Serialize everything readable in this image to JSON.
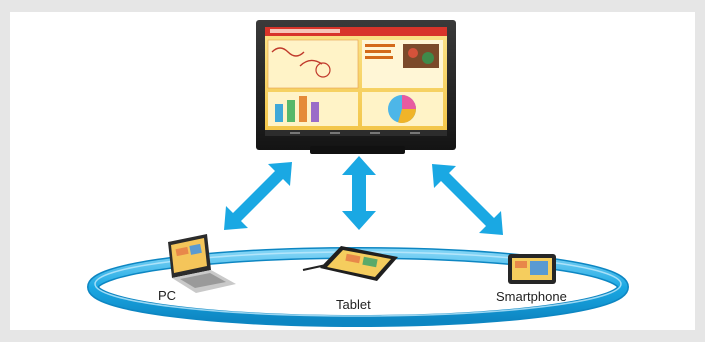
{
  "devices": {
    "pc": {
      "label": "PC"
    },
    "tablet": {
      "label": "Tablet"
    },
    "smartphone": {
      "label": "Smartphone"
    }
  },
  "colors": {
    "arrow": "#1aa8e3",
    "ring": "#1aa8e3",
    "display_bezel": "#1e1e1e",
    "screen_bg": "#f6d25a",
    "screen_header": "#d8342a"
  },
  "icons": [
    "interactive-display-icon",
    "laptop-icon",
    "tablet-icon",
    "smartphone-icon",
    "bidirectional-arrow-icon",
    "network-ring-icon"
  ]
}
